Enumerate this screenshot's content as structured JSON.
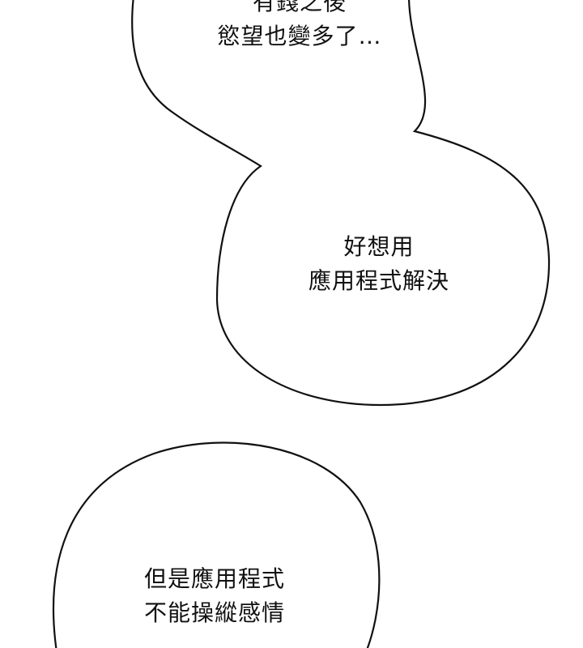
{
  "bubbles": [
    {
      "lines": [
        "有錢之後",
        "慾望也變多了…"
      ]
    },
    {
      "lines": [
        "好想用",
        "應用程式解決"
      ]
    },
    {
      "lines": [
        "但是應用程式",
        "不能操縱感情"
      ]
    }
  ],
  "colors": {
    "background": "#ffffff",
    "outline": "#111111"
  }
}
